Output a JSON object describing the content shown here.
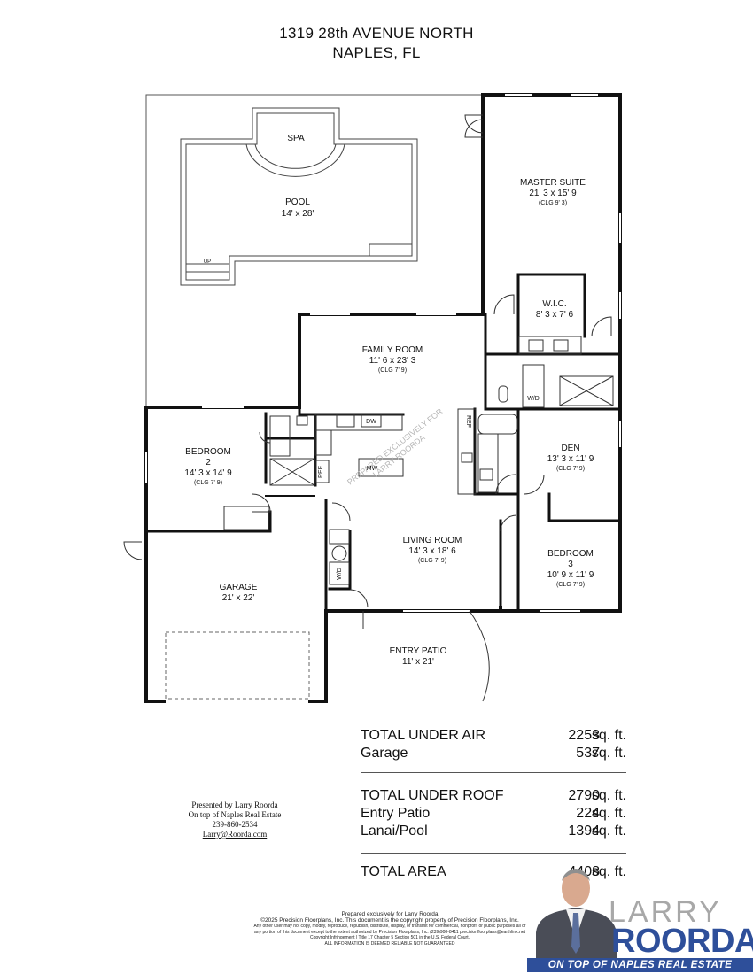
{
  "header": {
    "address": "1319 28th AVENUE NORTH",
    "city": "NAPLES, FL"
  },
  "rooms": {
    "spa": "SPA",
    "pool": {
      "name": "POOL",
      "dims": "14' x 28'"
    },
    "up": "UP",
    "master": {
      "name": "MASTER SUITE",
      "dims": "21' 3 x 15' 9",
      "clg": "(CLG 9' 3)"
    },
    "wic": {
      "name": "W.I.C.",
      "dims": "8' 3 x 7' 6"
    },
    "family": {
      "name": "FAMILY ROOM",
      "dims": "11' 6 x 23' 3",
      "clg": "(CLG 7' 9)"
    },
    "bedroom2": {
      "name": "BEDROOM",
      "num": "2",
      "dims": "14' 3 x 14' 9",
      "clg": "(CLG 7' 9)"
    },
    "den": {
      "name": "DEN",
      "dims": "13' 3 x 11' 9",
      "clg": "(CLG 7' 9)"
    },
    "living": {
      "name": "LIVING ROOM",
      "dims": "14' 3 x 18' 6",
      "clg": "(CLG 7' 9)"
    },
    "bedroom3": {
      "name": "BEDROOM",
      "num": "3",
      "dims": "10' 9 x 11' 9",
      "clg": "(CLG 7' 9)"
    },
    "garage": {
      "name": "GARAGE",
      "dims": "21' x 22'"
    },
    "entry": {
      "name": "ENTRY PATIO",
      "dims": "11' x 21'"
    }
  },
  "fixtures": {
    "dw": "DW",
    "ref": "REF",
    "mw": "MW",
    "wd": "W/D"
  },
  "watermark": {
    "line1": "PREPARED EXCLUSIVELY FOR",
    "line2": "LARRY ROORDA"
  },
  "areas": {
    "under_air": {
      "label": "TOTAL UNDER AIR",
      "value": "2253",
      "unit": "sq. ft."
    },
    "garage": {
      "label": "Garage",
      "value": "537",
      "unit": "sq. ft."
    },
    "under_roof": {
      "label": "TOTAL UNDER ROOF",
      "value": "2790",
      "unit": "sq. ft."
    },
    "entry_patio": {
      "label": "Entry Patio",
      "value": "224",
      "unit": "sq. ft."
    },
    "lanai_pool": {
      "label": "Lanai/Pool",
      "value": "1394",
      "unit": "sq. ft."
    },
    "total": {
      "label": "TOTAL AREA",
      "value": "4408",
      "unit": "sq. ft."
    }
  },
  "presenter": {
    "line1": "Presented by Larry Roorda",
    "line2": "On top of Naples Real Estate",
    "phone": "239-860-2534",
    "email": "Larry@Roorda.com"
  },
  "footer": {
    "prepared": "Prepared exclusively for Larry Roorda",
    "copyright": "©2025 Precision Floorplans, Inc.  This document is the copyright property of Precision Floorplans, Inc.",
    "legal1": "Any other user may not copy, modify, reproduce, republish, distribute, display, or transmit for commercial, nonprofit or public purposes all or",
    "legal2": "any portion of this document except to the extent authorized by Precision Floorplans, Inc. (239)908-8411 precisionfloorplans@earthlink.net",
    "legal3": "Copyright Infringement | Title 17 Chapter 5 Section 501 in the U.S. Federal Court.",
    "legal4": "ALL INFORMATION IS DEEMED RELIABLE NOT GUARANTEED"
  },
  "brand": {
    "name1": "LARRY",
    "name2": "ROORDA",
    "tagline": "ON TOP OF NAPLES REAL ESTATE"
  },
  "colors": {
    "brand_blue": "#2e4f9a",
    "brand_gray": "#a8a8a8",
    "wall": "#111111"
  }
}
